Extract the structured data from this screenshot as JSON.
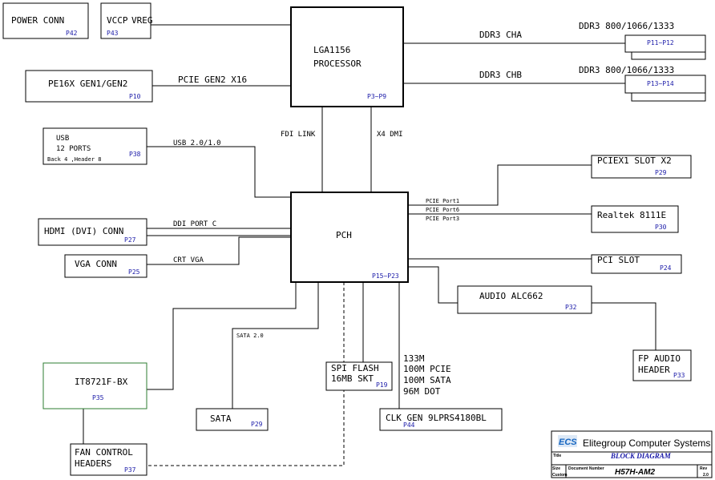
{
  "blocks": {
    "power_conn": {
      "label": "POWER CONN",
      "page": "P42"
    },
    "vccp_vreg": {
      "label1": "VCCP",
      "label2": "VREG",
      "page": "P43"
    },
    "processor": {
      "label1": "LGA1156",
      "label2": "PROCESSOR",
      "page": "P3~P9"
    },
    "pe16x": {
      "label": "PE16X GEN1/GEN2",
      "page": "P10"
    },
    "usb": {
      "label1": "USB",
      "label2": "12 PORTS",
      "label3": "Back 4 ,Header 8",
      "page": "P38"
    },
    "hdmi": {
      "label": "HDMI (DVI) CONN",
      "page": "P27"
    },
    "vga": {
      "label": "VGA CONN",
      "page": "P25"
    },
    "pch": {
      "label": "PCH",
      "page": "P15~P23"
    },
    "ddr_cha": {
      "title": "DDR3 800/1066/1333",
      "page": "P11~P12"
    },
    "ddr_chb": {
      "title": "DDR3 800/1066/1333",
      "page": "P13~P14"
    },
    "pciex1": {
      "label": "PCIEX1 SLOT X2",
      "page": "P29"
    },
    "realtek": {
      "label": "Realtek 8111E",
      "page": "P30"
    },
    "pci_slot": {
      "label": "PCI SLOT",
      "page": "P24"
    },
    "audio": {
      "label": "AUDIO ALC662",
      "page": "P32"
    },
    "fp_audio": {
      "label1": "FP AUDIO",
      "label2": "HEADER",
      "page": "P33"
    },
    "it8721": {
      "label": "IT8721F-BX",
      "page": "P35"
    },
    "sata": {
      "label": "SATA",
      "page": "P29"
    },
    "spi_flash": {
      "label1": "SPI FLASH",
      "label2": "16MB SKT",
      "page": "P19"
    },
    "clk_gen": {
      "label": "CLK GEN 9LPRS4180BL",
      "page": "P44"
    },
    "fan_control": {
      "label1": "FAN CONTROL",
      "label2": "HEADERS",
      "page": "P37"
    }
  },
  "links": {
    "ddr3_cha": "DDR3 CHA",
    "ddr3_chb": "DDR3 CHB",
    "pcie_gen2": "PCIE GEN2 X16",
    "fdi_link": "FDI LINK",
    "x4_dmi": "X4 DMI",
    "usb": "USB 2.0/1.0",
    "ddi_port_c": "DDI PORT C",
    "crt_vga": "CRT VGA",
    "pcie_port1": "PCIE Port1",
    "pcie_port6": "PCIE Port6",
    "pcie_port3": "PCIE Port3",
    "sata20": "SATA 2.0",
    "clk1": "133M",
    "clk2": "100M PCIE",
    "clk3": "100M SATA",
    "clk4": "96M DOT"
  },
  "title_block": {
    "logo": "ECS",
    "company": "Elitegroup Computer Systems",
    "title_label": "Title",
    "title": "BLOCK DIAGRAM",
    "size_label": "Size",
    "size_value": "Custom",
    "docnum_label": "Document Number",
    "docnum": "H57H-AM2",
    "rev_label": "Rev",
    "rev": "2.0"
  },
  "colors": {
    "line": "#000000",
    "page_ref": "#1a1aa8",
    "it8721_border": "#2e7d32",
    "logo": "#1565c0"
  }
}
